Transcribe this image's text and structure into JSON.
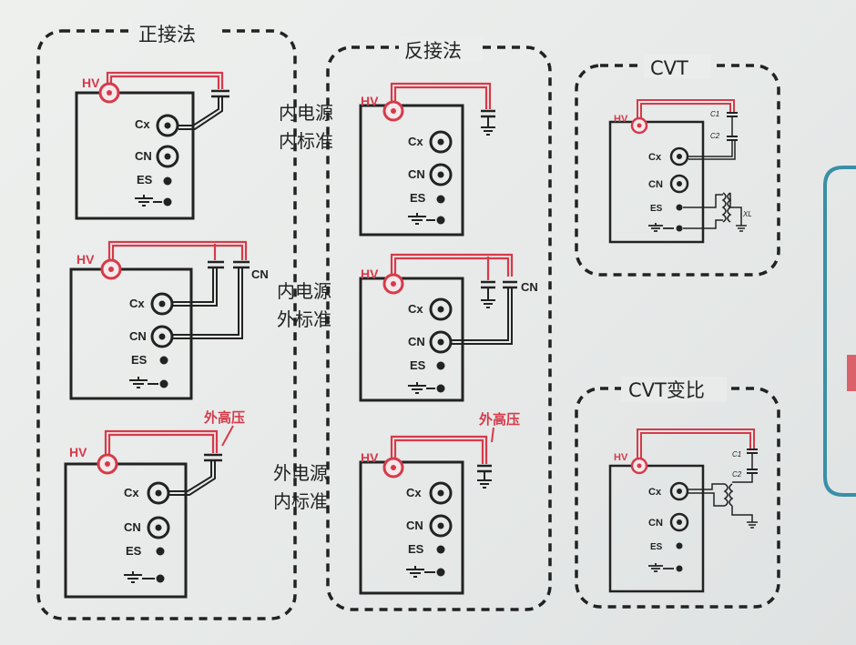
{
  "groups": {
    "forward": {
      "title": "正接法"
    },
    "reverse": {
      "title": "反接法"
    },
    "cvt": {
      "title": "CVT"
    },
    "cvt_ratio": {
      "title": "CVT变比"
    }
  },
  "row_labels": [
    {
      "line1": "内电源",
      "line2": "内标准"
    },
    {
      "line1": "内电源",
      "line2": "外标准"
    },
    {
      "line1": "外电源",
      "line2": "内标准"
    }
  ],
  "terminals": {
    "hv": "HV",
    "cx": "Cx",
    "cn": "CN",
    "es": "ES",
    "ground": "⏚"
  },
  "external_cn": "CN",
  "external_hv": "外高压",
  "cvt_caps": {
    "c1": "C1",
    "c2": "C2",
    "xl": "XL"
  },
  "colors": {
    "hv_red": "#d63a4a",
    "line_dark": "#222222",
    "side_panel": "#3a8fa8"
  }
}
